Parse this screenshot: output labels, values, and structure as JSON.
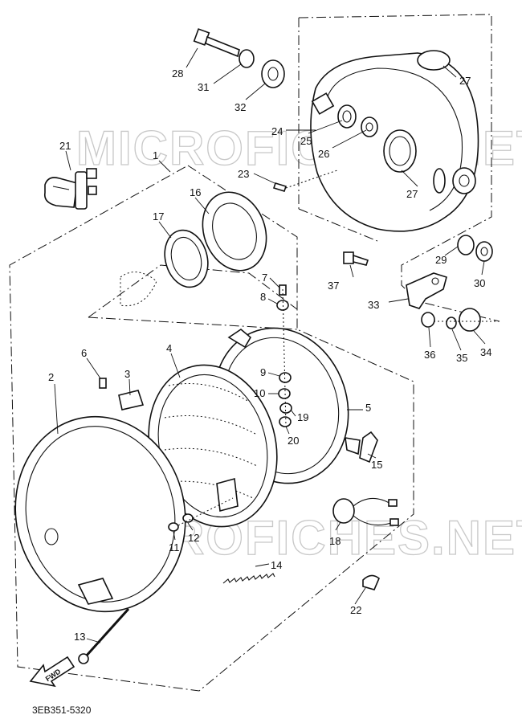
{
  "watermark": {
    "text": "MICROFICHES.NET"
  },
  "diagram_code": "3EB351-5320",
  "forward_arrow": {
    "label": "FWD"
  },
  "callouts": [
    "1",
    "2",
    "3",
    "4",
    "5",
    "6",
    "7",
    "8",
    "9",
    "10",
    "11",
    "12",
    "13",
    "14",
    "15",
    "16",
    "17",
    "18",
    "19",
    "20",
    "21",
    "22",
    "23",
    "24",
    "25",
    "26",
    "27",
    "27",
    "28",
    "29",
    "30",
    "31",
    "32",
    "33",
    "34",
    "35",
    "36",
    "37"
  ]
}
